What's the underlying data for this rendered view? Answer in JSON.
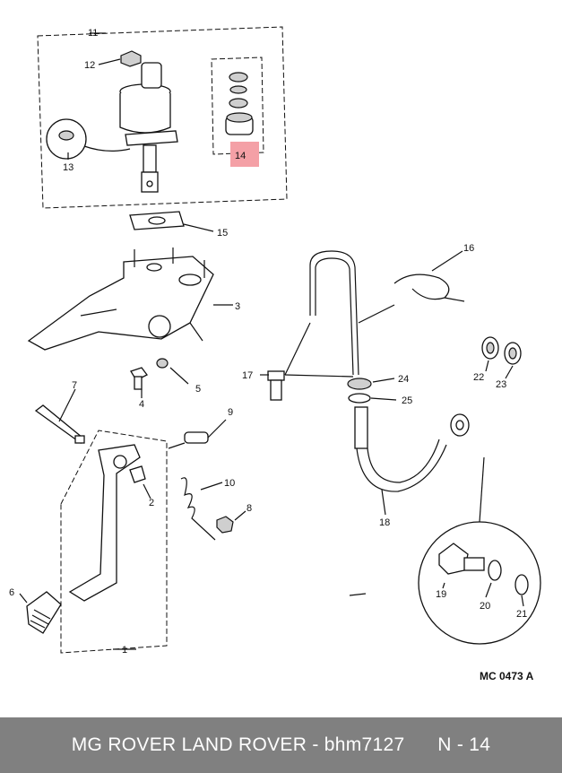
{
  "diagram": {
    "callouts": [
      "1",
      "2",
      "3",
      "4",
      "5",
      "6",
      "7",
      "8",
      "9",
      "10",
      "11",
      "12",
      "13",
      "14",
      "15",
      "16",
      "17",
      "18",
      "19",
      "20",
      "21",
      "22",
      "23",
      "24",
      "25"
    ],
    "highlight_color": "#f4a0a6",
    "reference_code": "MC 0473 A"
  },
  "footer": {
    "brand": "MG ROVER LAND ROVER",
    "part_number": "bhm7127",
    "ref": "N - 14",
    "background": "#808080"
  }
}
